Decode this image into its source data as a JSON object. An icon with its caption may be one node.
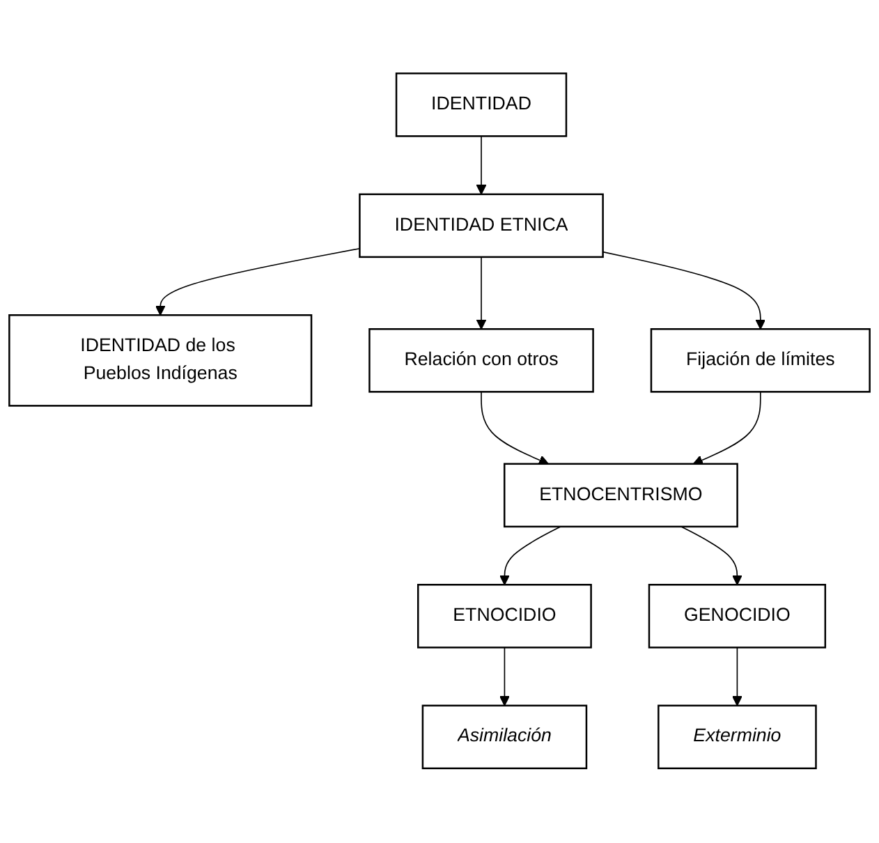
{
  "diagram": {
    "nodes": [
      {
        "text": [
          "IDENTIDAD"
        ]
      },
      {
        "text": [
          "IDENTIDAD ETNICA"
        ]
      },
      {
        "text": [
          "IDENTIDAD de los Pueblos Indígenas"
        ]
      },
      {
        "text": [
          "Relación con otros"
        ]
      },
      {
        "text": [
          "Fijación de límites"
        ]
      },
      {
        "text": [
          "ETNOCENTRISMO"
        ]
      },
      {
        "text": [
          "Asimilación"
        ]
      },
      {
        "text": [
          "ETNOCIDIO"
        ]
      },
      {
        "text": [
          "GENOCIDIO"
        ]
      },
      {
        "text": [
          "Exterminio"
        ]
      }
    ],
    "edges": [
      {
        "from": 0,
        "to": 1,
        "arrow": "to"
      },
      {
        "from": 1,
        "to": 2,
        "arrow": "to"
      },
      {
        "from": 1,
        "to": 3,
        "arrow": "to"
      },
      {
        "from": 1,
        "to": 4,
        "arrow": "to"
      },
      {
        "from": 3,
        "to": 5,
        "arrow": "to"
      },
      {
        "from": 4,
        "to": 5,
        "arrow": "to"
      },
      {
        "from": 5,
        "to": 7,
        "arrow": "to"
      },
      {
        "from": 5,
        "to": 8,
        "arrow": "to"
      },
      {
        "from": 7,
        "to": 6,
        "arrow": "to"
      },
      {
        "from": 8,
        "to": 9,
        "arrow": "to"
      }
    ]
  }
}
